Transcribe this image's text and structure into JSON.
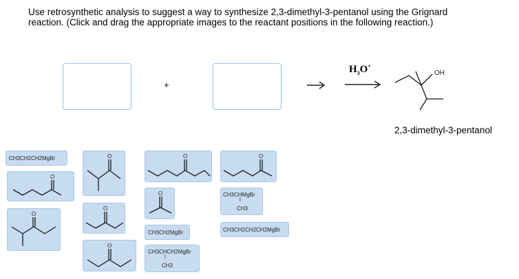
{
  "question": {
    "line1": "Use retrosynthetic analysis to suggest a way to synthesize 2,3-dimethyl-3-pentanol using the Grignard",
    "line2": "reaction. (Click and drag the appropriate images to the reactant positions in the following reaction.)"
  },
  "reaction": {
    "plus": "+",
    "reagent_main": "H",
    "reagent_sub": "3",
    "reagent_o": "O",
    "reagent_sup": "+",
    "product_oh": "OH",
    "product_name": "2,3-dimethyl-3-pentanol"
  },
  "tiles": {
    "propyl_mgbr": "CH3CH2CH2MgBr",
    "isopropyl_mgbr_top": "CH3CHMgBr",
    "isopropyl_mgbr_bottom": "CH3",
    "ethyl_mgbr": "CH3CH2MgBr",
    "butyl_mgbr": "CH3CH2CH2CH2MgBr",
    "sec_butyl_mgbr_top": "CH3CHCH2MgBr",
    "sec_butyl_mgbr_bottom": "CH3",
    "carbonyl_label": "O"
  },
  "colors": {
    "tile_bg": "#c7dcf1",
    "tile_border": "#a9c7e3",
    "drop_border": "#9fc0dc"
  }
}
